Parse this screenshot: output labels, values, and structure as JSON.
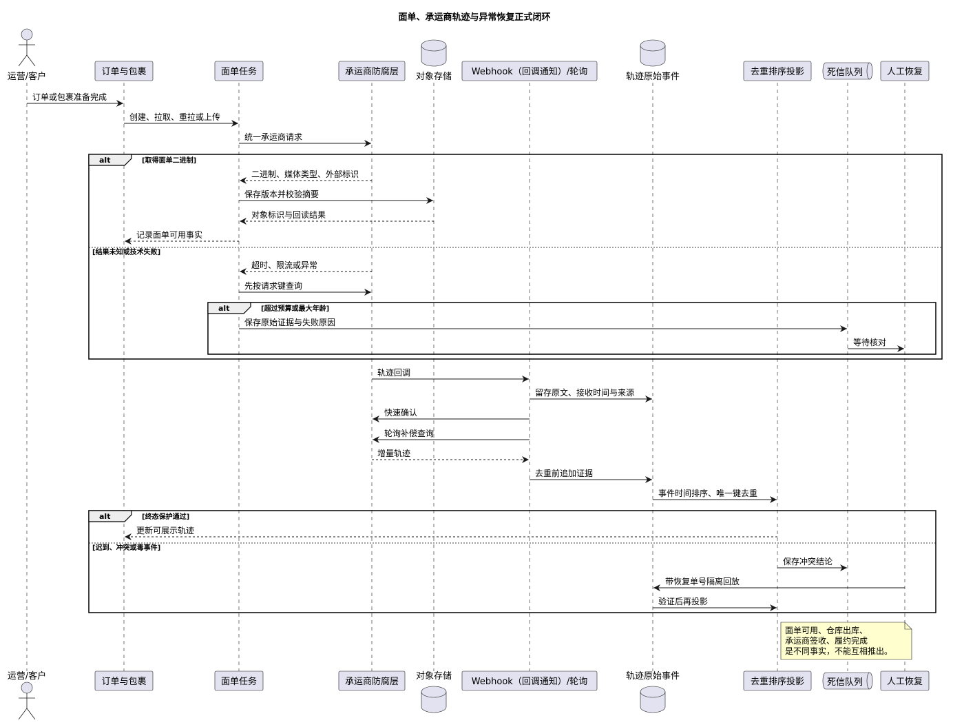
{
  "title": "面单、承运商轨迹与异常恢复正式闭环",
  "participants": [
    {
      "id": "ops",
      "label": "运营/客户",
      "kind": "actor"
    },
    {
      "id": "order",
      "label": "订单与包裹",
      "kind": "box"
    },
    {
      "id": "waybill",
      "label": "面单任务",
      "kind": "box"
    },
    {
      "id": "acl",
      "label": "承运商防腐层",
      "kind": "box"
    },
    {
      "id": "store",
      "label": "对象存储",
      "kind": "database"
    },
    {
      "id": "webhook",
      "label": "Webhook（回调通知）/轮询",
      "kind": "box"
    },
    {
      "id": "raw",
      "label": "轨迹原始事件",
      "kind": "database"
    },
    {
      "id": "proj",
      "label": "去重排序投影",
      "kind": "box"
    },
    {
      "id": "dlq",
      "label": "死信队列",
      "kind": "queue"
    },
    {
      "id": "manual",
      "label": "人工恢复",
      "kind": "box"
    }
  ],
  "messages": [
    {
      "from": "ops",
      "to": "order",
      "label": "订单或包裹准备完成",
      "style": "solid"
    },
    {
      "from": "order",
      "to": "waybill",
      "label": "创建、拉取、重拉或上传",
      "style": "solid"
    },
    {
      "from": "waybill",
      "to": "acl",
      "label": "统一承运商请求",
      "style": "solid"
    },
    {
      "from": "acl",
      "to": "waybill",
      "label": "二进制、媒体类型、外部标识",
      "style": "dashed"
    },
    {
      "from": "waybill",
      "to": "store",
      "label": "保存版本并校验摘要",
      "style": "solid"
    },
    {
      "from": "store",
      "to": "waybill",
      "label": "对象标识与回读结果",
      "style": "dashed"
    },
    {
      "from": "waybill",
      "to": "order",
      "label": "记录面单可用事实",
      "style": "dashed"
    },
    {
      "from": "acl",
      "to": "waybill",
      "label": "超时、限流或异常",
      "style": "dashed"
    },
    {
      "from": "waybill",
      "to": "acl",
      "label": "先按请求键查询",
      "style": "solid"
    },
    {
      "from": "waybill",
      "to": "dlq",
      "label": "保存原始证据与失败原因",
      "style": "solid"
    },
    {
      "from": "dlq",
      "to": "manual",
      "label": "等待核对",
      "style": "solid"
    },
    {
      "from": "acl",
      "to": "webhook",
      "label": "轨迹回调",
      "style": "solid"
    },
    {
      "from": "webhook",
      "to": "raw",
      "label": "留存原文、接收时间与来源",
      "style": "solid"
    },
    {
      "from": "webhook",
      "to": "acl",
      "label": "快速确认",
      "style": "solid"
    },
    {
      "from": "webhook",
      "to": "acl",
      "label": "轮询补偿查询",
      "style": "solid"
    },
    {
      "from": "acl",
      "to": "webhook",
      "label": "增量轨迹",
      "style": "dashed"
    },
    {
      "from": "webhook",
      "to": "raw",
      "label": "去重前追加证据",
      "style": "solid"
    },
    {
      "from": "raw",
      "to": "proj",
      "label": "事件时间排序、唯一键去重",
      "style": "solid"
    },
    {
      "from": "proj",
      "to": "order",
      "label": "更新可展示轨迹",
      "style": "dashed"
    },
    {
      "from": "proj",
      "to": "dlq",
      "label": "保存冲突结论",
      "style": "solid"
    },
    {
      "from": "manual",
      "to": "raw",
      "label": "带恢复单号隔离回放",
      "style": "solid"
    },
    {
      "from": "raw",
      "to": "proj",
      "label": "验证后再投影",
      "style": "solid"
    }
  ],
  "frames": [
    {
      "kind": "alt",
      "conditions": [
        "[取得面单二进制]",
        "[结果未知或技术失败]"
      ]
    },
    {
      "kind": "alt",
      "conditions": [
        "[超过预算或最大年龄]"
      ]
    },
    {
      "kind": "alt",
      "conditions": [
        "[终态保护通过]",
        "[迟到、冲突或毒事件]"
      ]
    }
  ],
  "note": {
    "lines": [
      "面单可用、仓库出库、",
      "承运商签收、履约完成",
      "是不同事实，不能互相推出。"
    ]
  }
}
